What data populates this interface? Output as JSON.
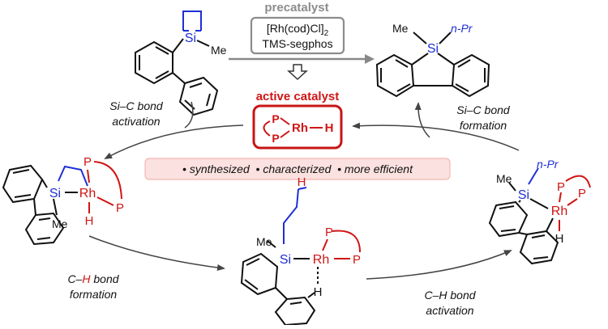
{
  "colors": {
    "black": "#111111",
    "silicon_blue": "#1f2fd6",
    "rhodium_red": "#d01515",
    "precat_gray": "#8c8c8c",
    "active_box_border": "#c81414",
    "pink_box_fill": "#fbe1df",
    "pink_box_border": "#f2b7b3",
    "arrow_gray": "#555555"
  },
  "precatalyst": {
    "label": "precatalyst",
    "line1_pre": "[Rh(cod)Cl]",
    "line1_sub": "2",
    "line2": "TMS-segphos"
  },
  "active_catalyst": {
    "label": "active catalyst",
    "P_top": "P",
    "P_bottom": "P",
    "Rh": "Rh",
    "H": "H"
  },
  "properties": {
    "text": "• synthesized  • characterized  • more efficient"
  },
  "steps": {
    "si_c_activation": [
      "Si–C bond",
      "activation"
    ],
    "si_c_formation": [
      "Si–C bond",
      "formation"
    ],
    "ch_formation": {
      "C": "C–",
      "H": "H",
      "rest": " bond",
      "line2": "formation"
    },
    "ch_activation": [
      "C–H bond",
      "activation"
    ]
  },
  "molecules": {
    "substrate": {
      "Si": "Si",
      "Me": "Me"
    },
    "product": {
      "Me": "Me",
      "nPr": "n-Pr",
      "Si": "Si"
    },
    "intermediate_left": {
      "Si": "Si",
      "Me": "Me",
      "Rh": "Rh",
      "P_top": "P",
      "P_right": "P",
      "H": "H"
    },
    "intermediate_bottom": {
      "Me": "Me",
      "Si": "Si",
      "Rh": "Rh",
      "P_top": "P",
      "P_right": "P",
      "H_top": "H",
      "H_agostic": "H"
    },
    "intermediate_right": {
      "Me": "Me",
      "nPr": "n-Pr",
      "Si": "Si",
      "Rh": "Rh",
      "P_left": "P",
      "P_right": "P",
      "H": "H"
    }
  }
}
